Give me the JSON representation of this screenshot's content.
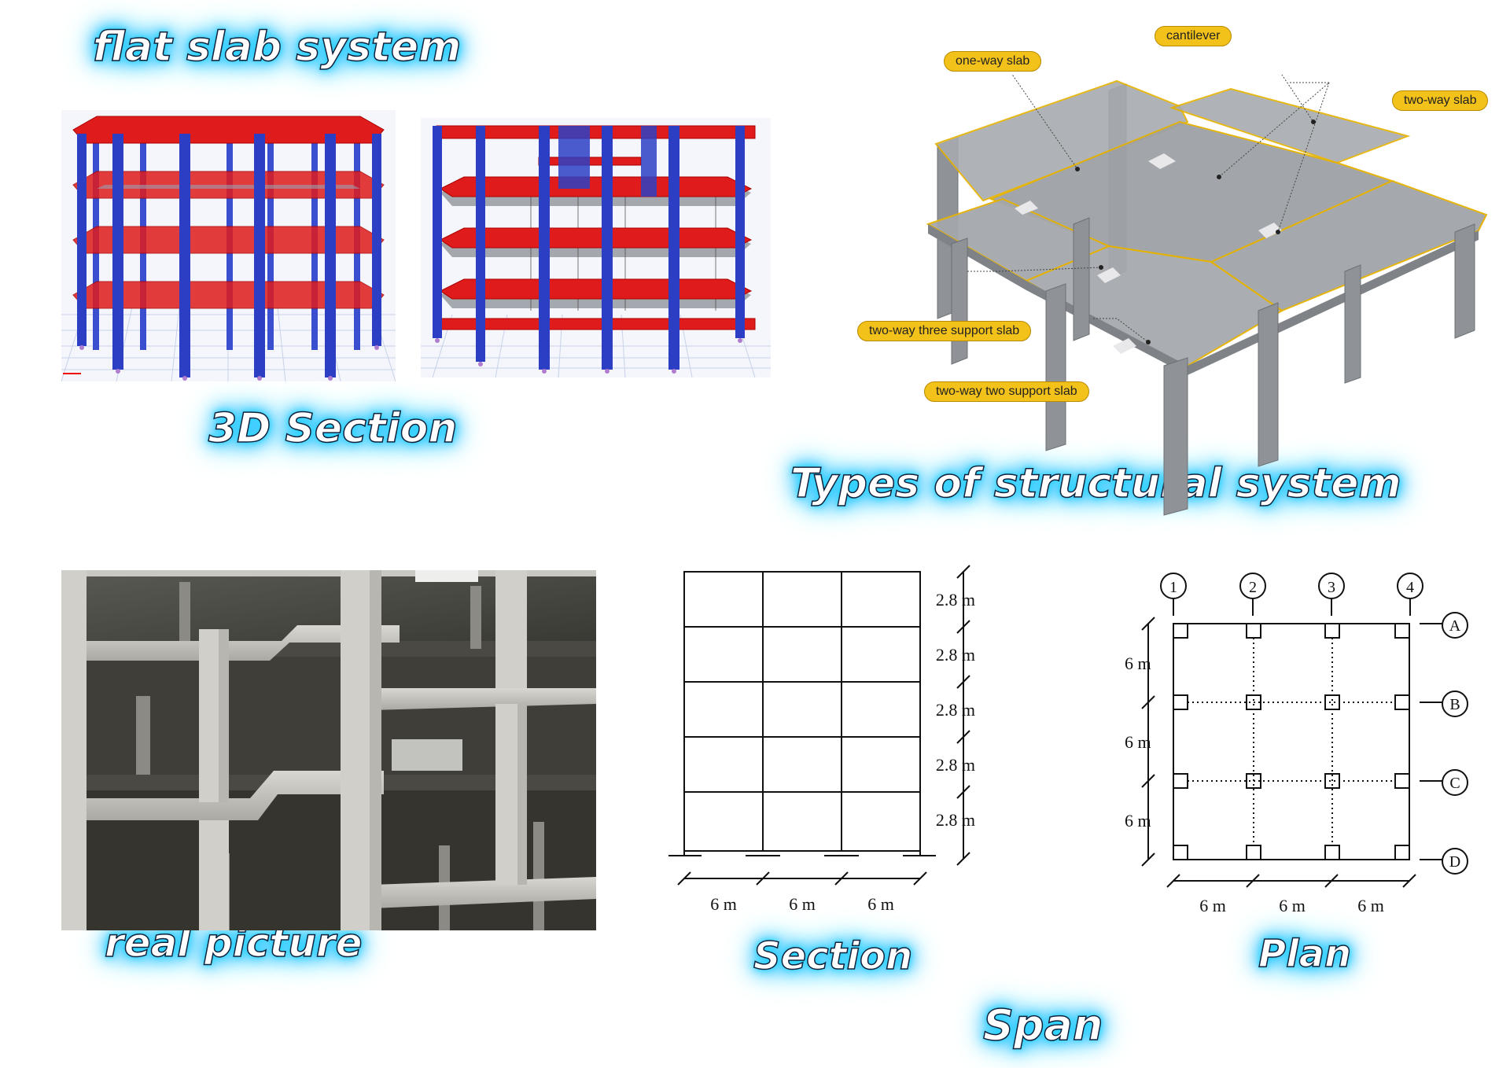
{
  "labels": {
    "flat_slab": "flat slab system",
    "section_3d": "3D Section",
    "types": "Types of structural system",
    "real_picture": "real picture",
    "section": "Section",
    "plan": "Plan",
    "span": "Span"
  },
  "callouts": {
    "one_way": "one-way slab",
    "cantilever": "cantilever",
    "two_way": "two-way slab",
    "three_support": "two-way three support slab",
    "two_support": "two-way two support slab"
  },
  "section_drawing": {
    "storey_heights": [
      "2.8 m",
      "2.8 m",
      "2.8 m",
      "2.8 m",
      "2.8 m"
    ],
    "bay_widths": [
      "6 m",
      "6 m",
      "6 m"
    ]
  },
  "plan_drawing": {
    "column_axes": [
      "1",
      "2",
      "3",
      "4"
    ],
    "row_axes": [
      "A",
      "B",
      "C",
      "D"
    ],
    "row_spacing": [
      "6 m",
      "6 m",
      "6 m"
    ],
    "bay_widths": [
      "6 m",
      "6 m",
      "6 m"
    ]
  },
  "colors": {
    "slab_red": "#e01b1b",
    "column_blue": "#2c3fc4",
    "callout_yellow": "#f3c21a",
    "glow_cyan": "#29d6ff",
    "concrete_gray": "#8f9398"
  }
}
